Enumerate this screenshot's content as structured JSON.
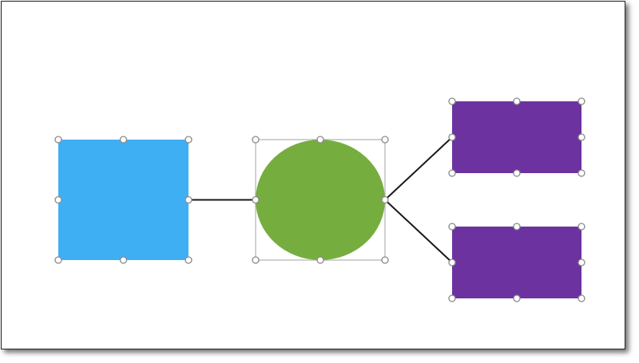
{
  "colors": {
    "square": "#3FAFF4",
    "circle": "#76AD3F",
    "rectangle": "#6B32A0",
    "connector": "#1a1a1a",
    "handle_stroke": "#8a8a8a",
    "selection_box": "#b0b0b0"
  },
  "shapes": [
    {
      "id": "square",
      "kind": "rect",
      "selected": true
    },
    {
      "id": "circle",
      "kind": "ellipse",
      "selected": true
    },
    {
      "id": "rect-top",
      "kind": "rect",
      "selected": true
    },
    {
      "id": "rect-bottom",
      "kind": "rect",
      "selected": true
    }
  ],
  "connectors": [
    {
      "from": "square",
      "to": "circle"
    },
    {
      "from": "circle",
      "to": "rect-top"
    },
    {
      "from": "circle",
      "to": "rect-bottom"
    }
  ]
}
